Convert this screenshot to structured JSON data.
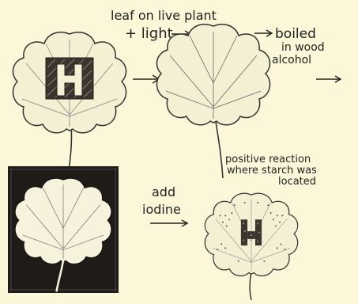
{
  "labels": {
    "step1": "leaf on live plant",
    "step1b": "+ light",
    "step2a": "boiled",
    "step2b": "in wood",
    "step2c": "alcohol",
    "step3a": "add",
    "step3b": "iodine",
    "result_a": "positive reaction",
    "result_b": "where starch was",
    "result_c": "located"
  },
  "colors": {
    "background": "#fbf7d8",
    "ink": "#222222",
    "leaf_fill": "#f4f0d4",
    "dark_panel": "#1e1b18"
  }
}
